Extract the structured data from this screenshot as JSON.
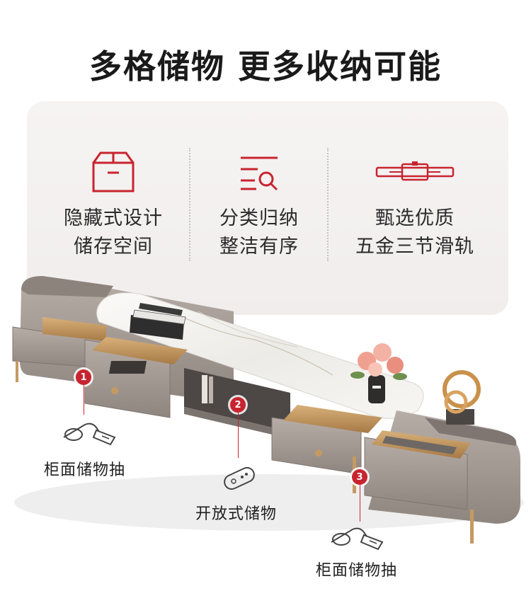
{
  "headline": "多格储物 更多收纳可能",
  "features": [
    {
      "icon": "box-icon",
      "line1": "隐藏式设计",
      "line2": "储存空间"
    },
    {
      "icon": "list-search-icon",
      "line1": "分类归纳",
      "line2": "整洁有序"
    },
    {
      "icon": "slide-rail-icon",
      "line1": "甄选优质",
      "line2": "五金三节滑轨"
    }
  ],
  "callouts": [
    {
      "number": "1",
      "label": "柜面储物抽",
      "icon": "vacuum-cleaner-icon"
    },
    {
      "number": "2",
      "label": "开放式储物",
      "icon": "remote-control-icon"
    },
    {
      "number": "3",
      "label": "柜面储物抽",
      "icon": "vacuum-cleaner-icon"
    }
  ],
  "colors": {
    "accent": "#c8242f",
    "cabinet": "#a79d97",
    "marble": "#f1efec",
    "wood": "#c59a62"
  }
}
